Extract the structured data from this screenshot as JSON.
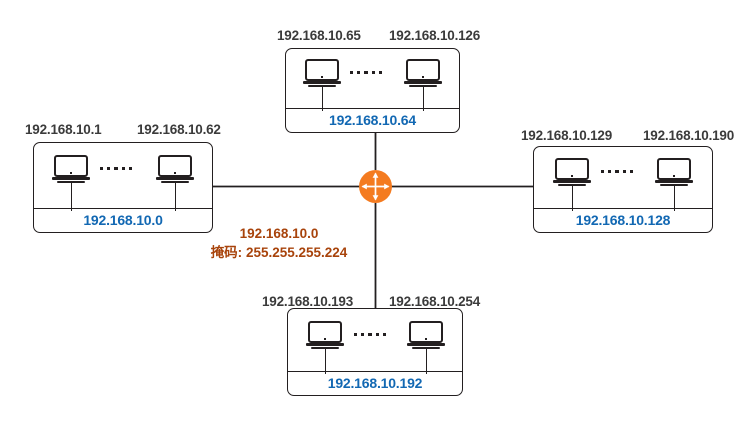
{
  "diagram": {
    "title": "IP subnetting diagram",
    "router": {
      "icon": "router-four-way-arrow-icon",
      "color": "#f47b20",
      "network": "192.168.10.0",
      "mask_label": "掩码:",
      "mask_value": "255.255.255.224"
    },
    "colors": {
      "subnet_label": "#1268b3",
      "host_caption": "#3b3b3b",
      "router": "#f47b20",
      "note": "#a8430b",
      "line": "#231f20"
    },
    "ellipsis_dots": 5,
    "subnets": [
      {
        "id": "left",
        "network": "192.168.10.0",
        "first_host": "192.168.10.1",
        "last_host": "192.168.10.62"
      },
      {
        "id": "top",
        "network": "192.168.10.64",
        "first_host": "192.168.10.65",
        "last_host": "192.168.10.126"
      },
      {
        "id": "right",
        "network": "192.168.10.128",
        "first_host": "192.168.10.129",
        "last_host": "192.168.10.190"
      },
      {
        "id": "bottom",
        "network": "192.168.10.192",
        "first_host": "192.168.10.193",
        "last_host": "192.168.10.254"
      }
    ]
  }
}
